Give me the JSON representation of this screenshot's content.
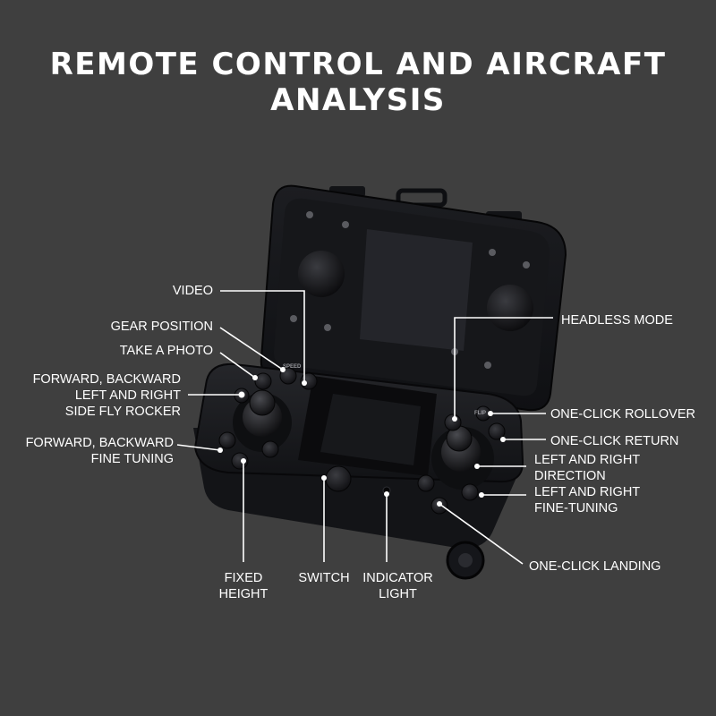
{
  "title": {
    "line1": "REMOTE CONTROL AND AIRCRAFT",
    "line2": "ANALYSIS"
  },
  "device": {
    "speed_text": "SPEED",
    "flip_text": "FLIP"
  },
  "labels": {
    "video": "VIDEO",
    "gear_position": "GEAR POSITION",
    "take_a_photo": "TAKE A PHOTO",
    "fly_rocker_1": "FORWARD, BACKWARD",
    "fly_rocker_2": "LEFT AND RIGHT",
    "fly_rocker_3": "SIDE FLY ROCKER",
    "fine_tuning_1": "FORWARD, BACKWARD",
    "fine_tuning_2": "FINE TUNING",
    "fixed_height_1": "FIXED",
    "fixed_height_2": "HEIGHT",
    "switch": "SWITCH",
    "indicator_1": "INDICATOR",
    "indicator_2": "LIGHT",
    "headless_mode": "HEADLESS MODE",
    "rollover": "ONE-CLICK ROLLOVER",
    "return": "ONE-CLICK RETURN",
    "lr_direction_1": "LEFT AND RIGHT",
    "lr_direction_2": "DIRECTION",
    "lr_fine_1": "LEFT AND RIGHT",
    "lr_fine_2": "FINE-TUNING",
    "landing": "ONE-CLICK LANDING"
  }
}
